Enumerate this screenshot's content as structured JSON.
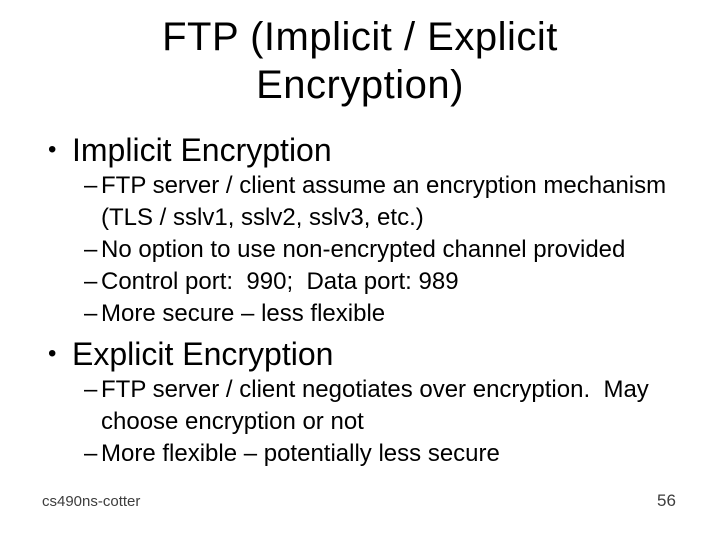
{
  "slide": {
    "title_lines": [
      "FTP (Implicit / Explicit",
      "Encryption)"
    ],
    "bullet_char": "•",
    "dash_char": "–",
    "bullets": [
      {
        "label": "Implicit Encryption",
        "subitems": [
          "FTP server / client assume an encryption mechanism (TLS / sslv1, sslv2, sslv3, etc.)",
          "No option to use non-encrypted channel provided",
          "Control port:  990;  Data port: 989",
          "More secure – less flexible"
        ]
      },
      {
        "label": "Explicit Encryption",
        "subitems": [
          "FTP server / client negotiates over encryption.  May choose encryption or not",
          "More flexible – potentially less secure"
        ]
      }
    ],
    "footer": {
      "course": "cs490ns-cotter",
      "page_number": "56"
    },
    "colors": {
      "background": "#ffffff",
      "text": "#000000",
      "footer_text": "#3d3d3d"
    }
  }
}
